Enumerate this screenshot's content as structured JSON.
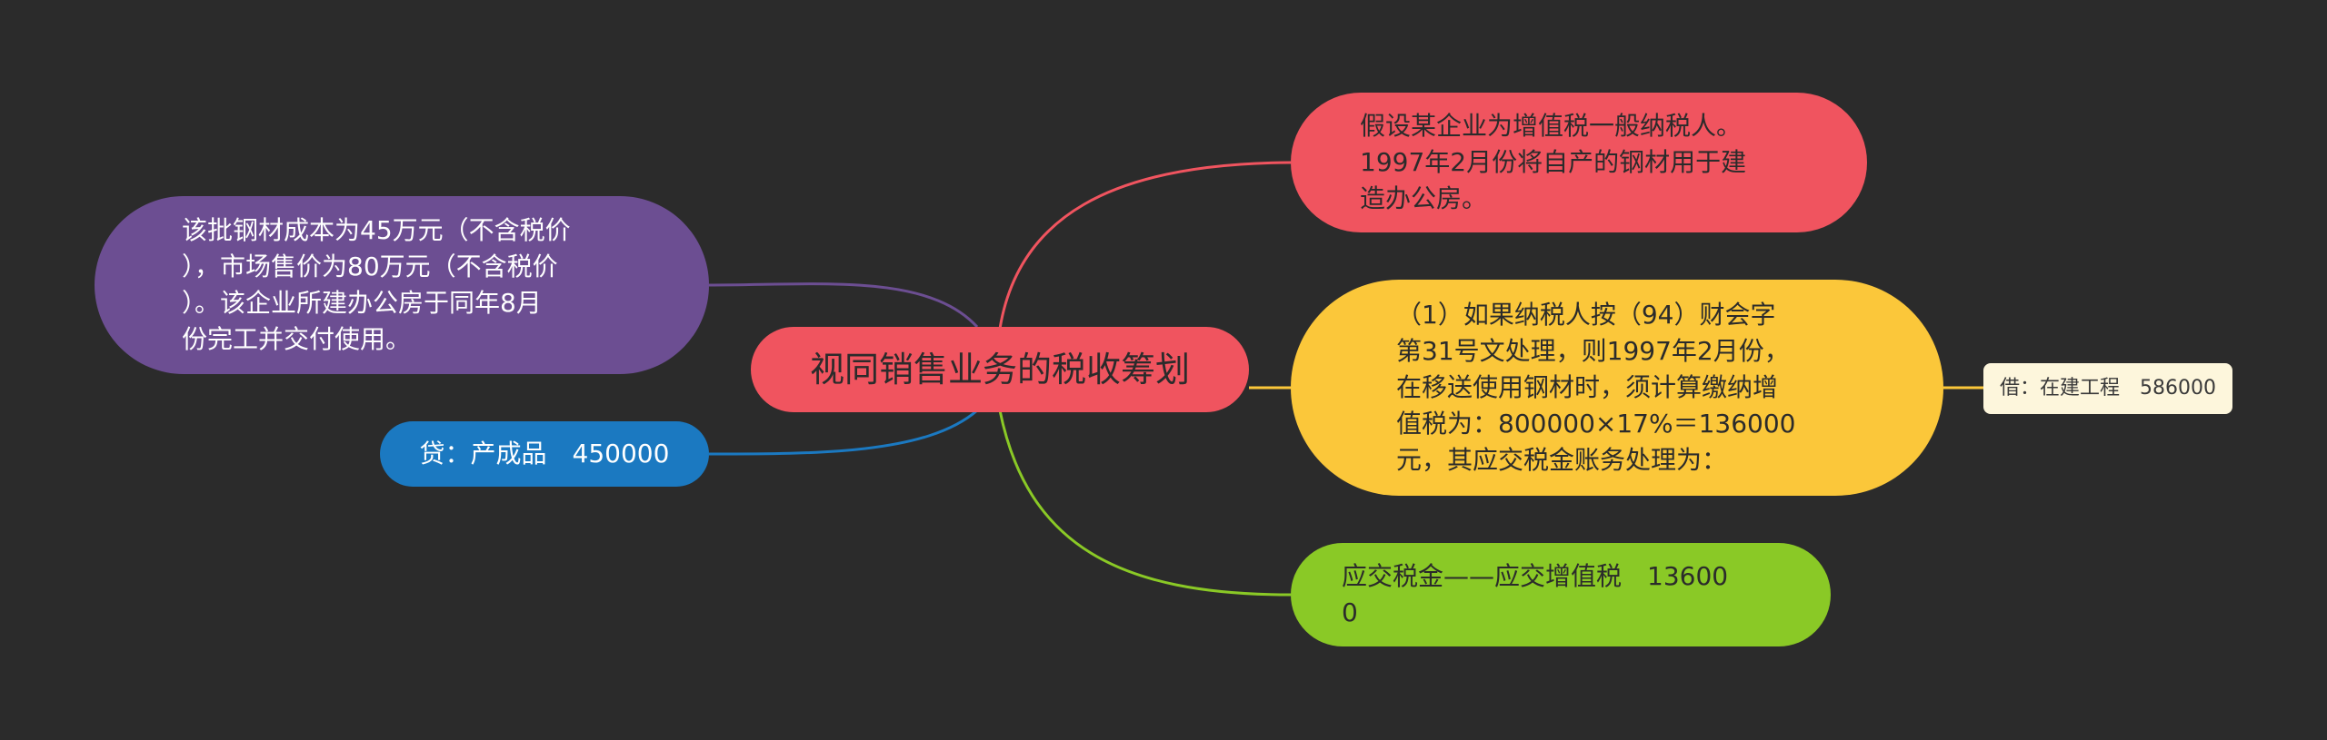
{
  "root": {
    "label": "视同销售业务的税收筹划"
  },
  "nodes": {
    "purple": "该批钢材成本为45万元（不含税价\n），市场售价为80万元（不含税价\n）。该企业所建办公房于同年8月\n份完工并交付使用。",
    "blue": "贷：产成品　450000",
    "red": "假设某企业为增值税一般纳税人。\n1997年2月份将自产的钢材用于建\n造办公房。",
    "yellow": "（1）如果纳税人按（94）财会字\n第31号文处理，则1997年2月份，\n在移送使用钢材时，须计算缴纳增\n值税为：800000×17%＝136000\n元，其应交税金账务处理为：",
    "green": "应交税金——应交增值税　13600\n0",
    "small": "借：在建工程　586000"
  },
  "colors": {
    "background": "#2b2b2b",
    "red": "#f0545f",
    "purple": "#6c4e92",
    "blue": "#1b79c1",
    "yellow": "#fbc73a",
    "green": "#8ac926",
    "note": "#fdf6dc"
  }
}
